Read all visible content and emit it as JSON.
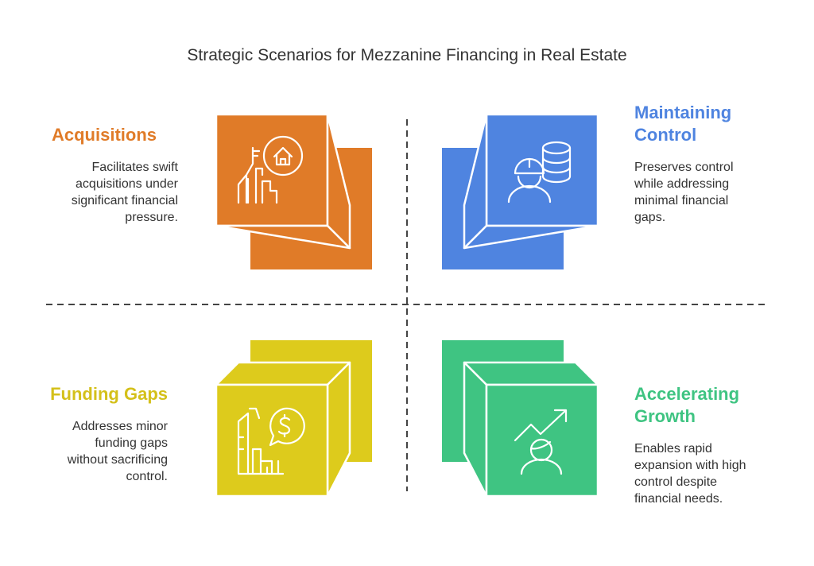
{
  "title": "Strategic Scenarios for Mezzanine Financing in Real Estate",
  "colors": {
    "orange": "#E07B28",
    "blue": "#4F84E0",
    "yellow": "#DDCB1C",
    "green": "#3FC482",
    "text": "#333333",
    "divider": "#444444"
  },
  "quadrants": {
    "acquisitions": {
      "heading": "Acquisitions",
      "description": [
        "Facilitates swift",
        "acquisitions under",
        "significant financial",
        "pressure."
      ],
      "icon": "city-home-icon"
    },
    "control": {
      "heading": [
        "Maintaining",
        "Control"
      ],
      "description": [
        "Preserves control",
        "while addressing",
        "minimal financial",
        "gaps."
      ],
      "icon": "worker-database-icon"
    },
    "gaps": {
      "heading": "Funding Gaps",
      "description": [
        "Addresses minor",
        "funding gaps",
        "without sacrificing",
        "control."
      ],
      "icon": "buildings-dollar-icon"
    },
    "growth": {
      "heading": [
        "Accelerating",
        "Growth"
      ],
      "description": [
        "Enables rapid",
        "expansion with high",
        "control despite",
        "financial needs."
      ],
      "icon": "person-trend-icon"
    }
  }
}
